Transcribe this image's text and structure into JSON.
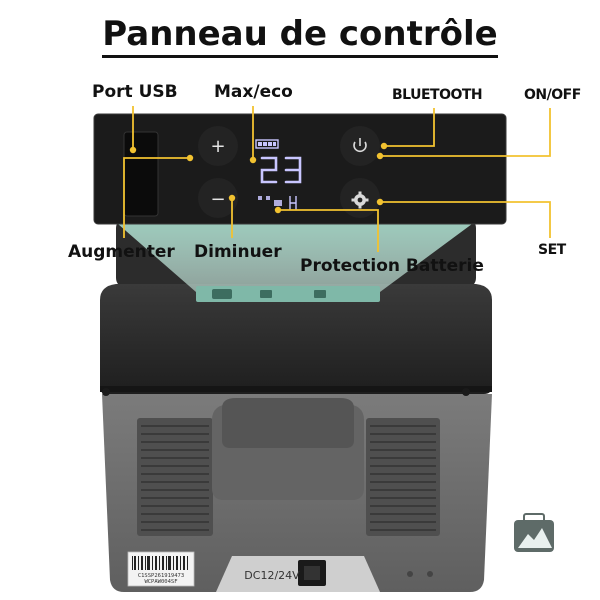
{
  "title": "Panneau de contrôle",
  "labels": {
    "usb": "Port USB",
    "maxeco": "Max/eco",
    "bluetooth": "BLUETOOTH",
    "onoff": "ON/OFF",
    "augmenter": "Augmenter",
    "diminuer": "Diminuer",
    "protection": "Protection Batterie",
    "set": "SET"
  },
  "panel": {
    "plus": "+",
    "minus": "−"
  },
  "device": {
    "voltage": "DC12/24V",
    "serial_line1": "C1SSP261919473",
    "serial_line2": "WCPAW004SF"
  },
  "colors": {
    "callout": "#f2c230",
    "panel": "#1b1b1b",
    "display": "#c9c6ff",
    "fridge_dark": "#2b2b2b",
    "fridge_body": "#707070",
    "beam": "#bfe3d8"
  },
  "icons": [
    "usb-port",
    "plus-icon",
    "minus-icon",
    "power-icon",
    "gear-icon",
    "logo-icon"
  ]
}
